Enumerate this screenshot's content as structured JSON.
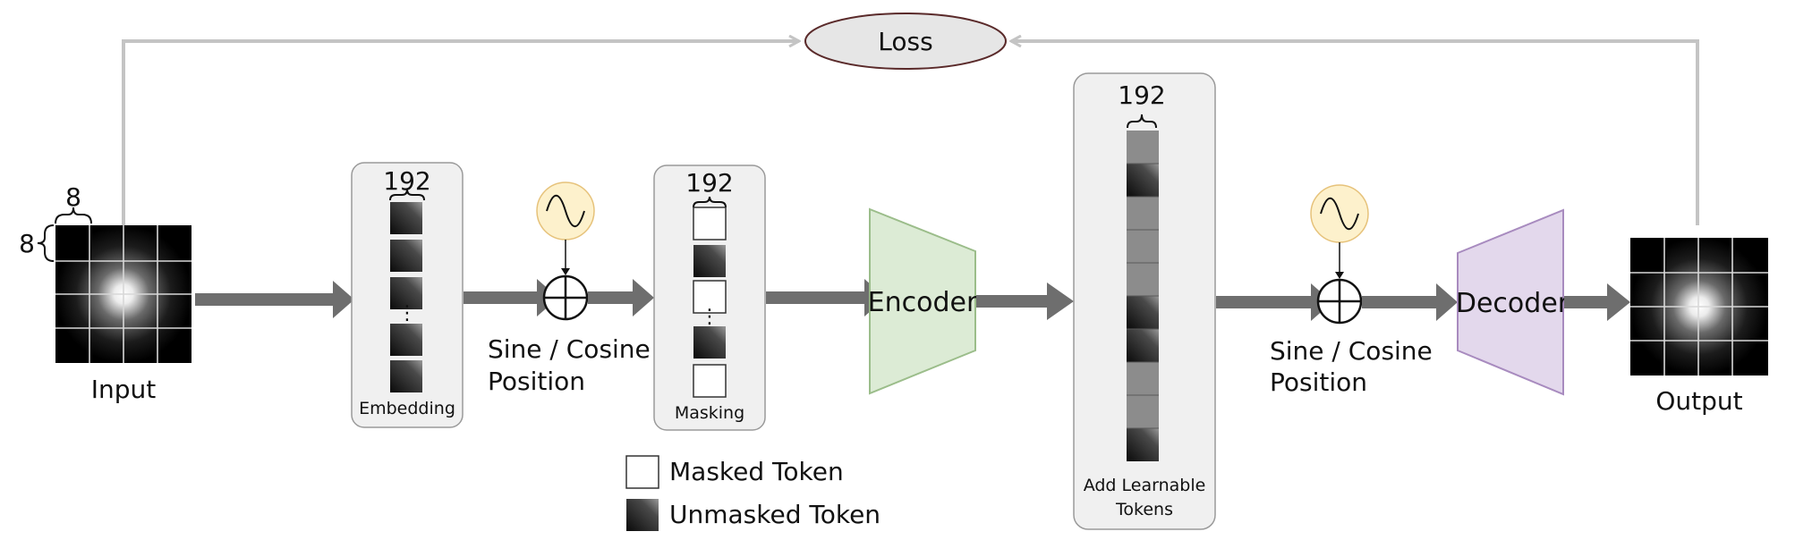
{
  "loss": {
    "label": "Loss"
  },
  "input": {
    "label": "Input",
    "patch_size_top": "8",
    "patch_size_left": "8"
  },
  "output": {
    "label": "Output"
  },
  "embedding": {
    "label": "Embedding",
    "dim": "192"
  },
  "masking": {
    "label": "Masking",
    "dim": "192"
  },
  "position_left": {
    "line1": "Sine / Cosine",
    "line2": "Position"
  },
  "position_right": {
    "line1": "Sine / Cosine",
    "line2": "Position"
  },
  "encoder": {
    "label": "Encoder"
  },
  "decoder": {
    "label": "Decoder"
  },
  "learnable": {
    "dim": "192",
    "line1": "Add Learnable",
    "line2": "Tokens"
  },
  "legend": {
    "masked": "Masked Token",
    "unmasked": "Unmasked Token"
  },
  "colors": {
    "arrow": "#6e6e6e",
    "loss_line": "#c4c4c4",
    "encoder_fill": "#dcebd5",
    "encoder_stroke": "#9bbd8a",
    "decoder_fill": "#e3d8ec",
    "decoder_stroke": "#a88bbf",
    "sine_fill": "#fdf1cc",
    "sine_stroke": "#e6c27a",
    "panel_fill": "#f0f0f0",
    "panel_stroke": "#9a9a9a"
  }
}
